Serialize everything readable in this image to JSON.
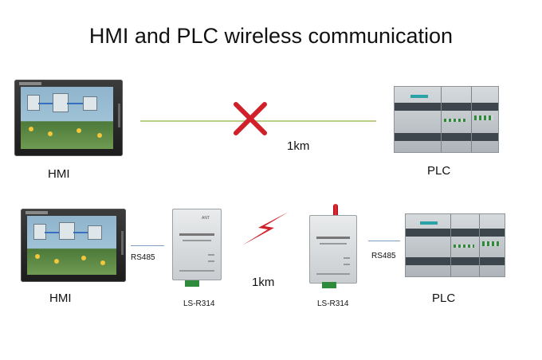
{
  "title": "HMI and PLC wireless communication",
  "top_row": {
    "hmi_label": "HMI",
    "plc_label": "PLC",
    "distance": "1km"
  },
  "bottom_row": {
    "hmi_label": "HMI",
    "plc_label": "PLC",
    "rs485_left": "RS485",
    "rs485_right": "RS485",
    "module_left": "LS-R314",
    "module_right": "LS-R314",
    "distance": "1km",
    "module_ant": "ANT"
  },
  "colors": {
    "cable_line": "#b9cf8a",
    "blocked_mark": "#d0202a",
    "wireless_bolt": "#d0202a",
    "rs485_line": "#7f9ec2"
  },
  "icons": [
    "cross-icon",
    "lightning-bolt-icon"
  ]
}
